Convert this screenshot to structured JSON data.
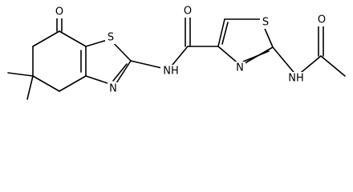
{
  "structure": {
    "atoms": {
      "ketone_oxygen": "O",
      "fused_sulfur": "S",
      "fused_nitrogen": "N",
      "amide_nh": "NH",
      "amide_oxygen": "O",
      "thiazole_sulfur": "S",
      "thiazole_nitrogen": "N",
      "acetamide_nh": "NH",
      "acetyl_oxygen": "O"
    }
  }
}
